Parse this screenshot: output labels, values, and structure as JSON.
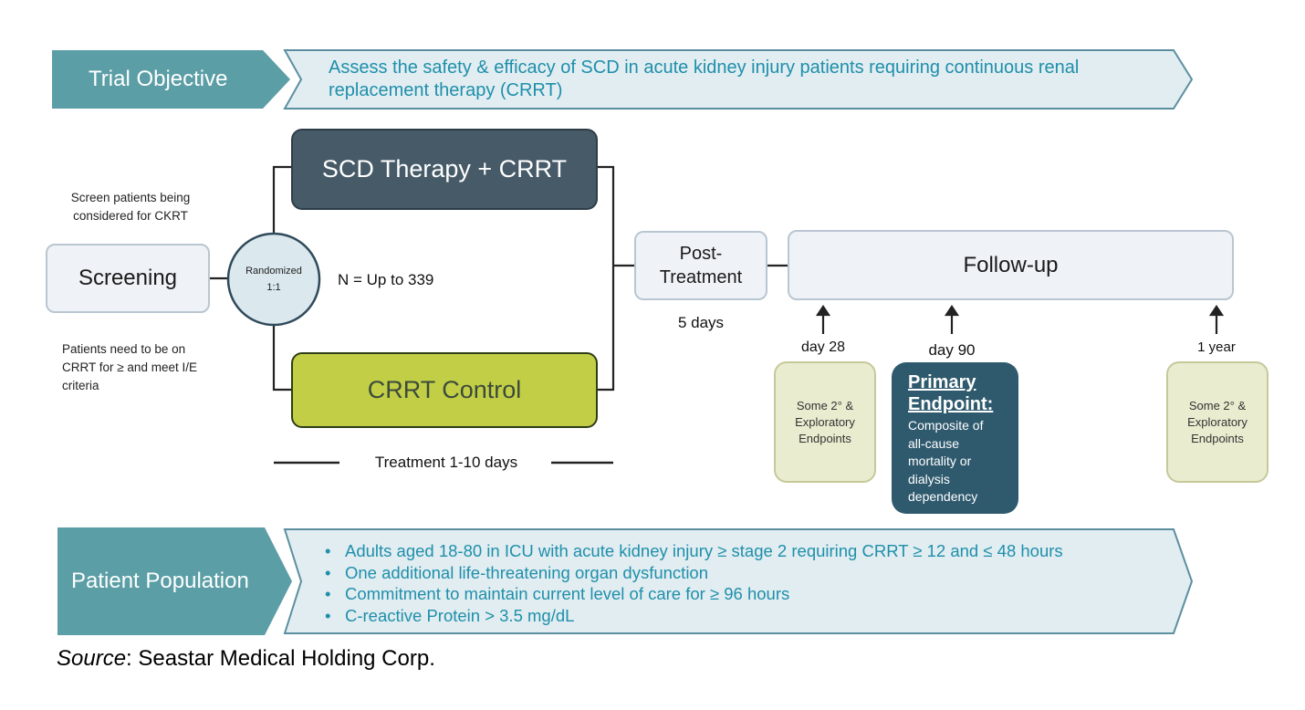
{
  "objective": {
    "label": "Trial Objective",
    "text": "Assess the safety & efficacy of SCD in acute kidney injury patients requiring continuous renal replacement therapy (CRRT)"
  },
  "screening": {
    "note_top": "Screen patients being considered for CKRT",
    "box": "Screening",
    "note_bottom": "Patients need to be on CRRT for ≥ and meet I/E criteria"
  },
  "randomization": {
    "label_line1": "Randomized",
    "label_line2": "1:1",
    "n_label": "N = Up to 339"
  },
  "arms": {
    "therapy": "SCD Therapy + CRRT",
    "control": "CRRT Control",
    "treatment_duration": "Treatment 1-10 days"
  },
  "post_treatment": {
    "line1": "Post-",
    "line2": "Treatment",
    "duration": "5 days"
  },
  "follow_up": {
    "label": "Follow-up",
    "timepoints": [
      {
        "label": "day 28",
        "endpoint_lines": [
          "Some 2° &",
          "Exploratory",
          "Endpoints"
        ]
      },
      {
        "label": "day 90",
        "primary_title_1": "Primary",
        "primary_title_2": "Endpoint:",
        "primary_lines": [
          "Composite of",
          "all-cause",
          "mortality or",
          "dialysis",
          "dependency"
        ]
      },
      {
        "label": "1 year",
        "endpoint_lines": [
          "Some 2° &",
          "Exploratory",
          "Endpoints"
        ]
      }
    ]
  },
  "population": {
    "label": "Patient Population",
    "bullet": "•",
    "items": [
      "Adults aged 18-80 in ICU with acute kidney injury ≥ stage 2 requiring CRRT ≥ 12 and  ≤ 48 hours",
      "One additional life-threatening organ dysfunction",
      "Commitment to maintain current level of care for ≥ 96 hours",
      "C-reactive Protein > 3.5 mg/dL"
    ]
  },
  "source": {
    "prefix": "Source",
    "text": ": Seastar Medical Holding Corp."
  },
  "colors": {
    "teal": "#5b9ea6",
    "light_banner": "#e1edf1",
    "text_teal": "#1f8fab",
    "dark_slate": "#465a68",
    "lime": "#c2cf46",
    "primary_box": "#2f5a6e",
    "endpoint_box": "#eaecd0"
  }
}
